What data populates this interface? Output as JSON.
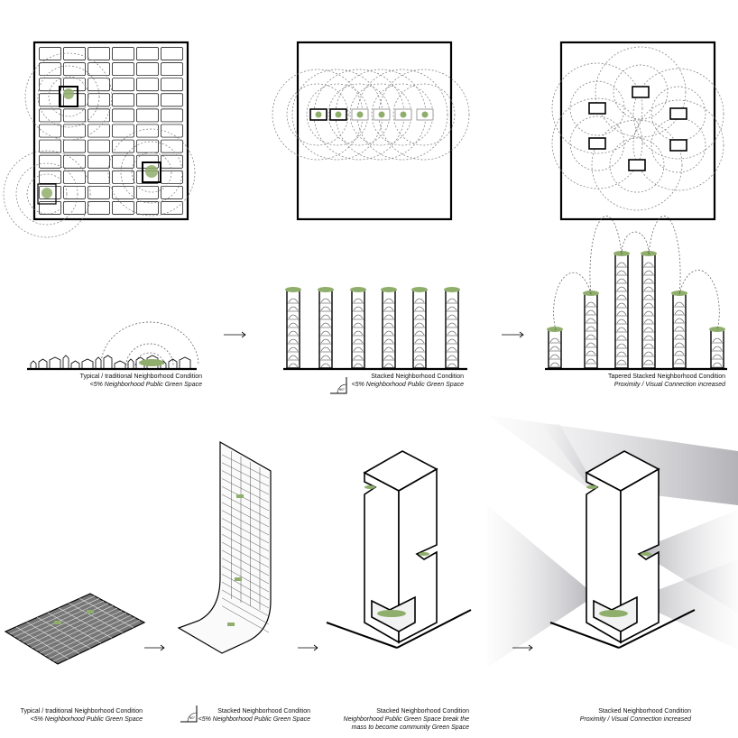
{
  "row2": {
    "cap1": {
      "title": "Typical / traditional Neighborhood Condition",
      "sub": "<5% Neighborhood Public Green Space"
    },
    "cap2": {
      "title": "Stacked Neighborhood Condition",
      "sub": "<5% Neighborhood Public Green Space"
    },
    "cap3": {
      "title": "Tapered Stacked Neighborhood Condition",
      "sub": "Proximity / Visual Connection increased"
    }
  },
  "row3": {
    "cap1": {
      "title": "Typical / traditional Neighborhood Condition",
      "sub": "<5% Neighborhood Public Green Space"
    },
    "cap2": {
      "title": "Stacked Neighborhood Condition",
      "sub": "<5% Neighborhood Public Green Space"
    },
    "cap3": {
      "title": "Stacked Neighborhood Condition",
      "sub1": "Neighborhood Public Green Space break the",
      "sub2": "mass to become community Green Space"
    },
    "cap4": {
      "title": "Stacked Neighborhood Condition",
      "sub": "Proximity / Visual Connection increased"
    }
  },
  "angle_label": "90°"
}
